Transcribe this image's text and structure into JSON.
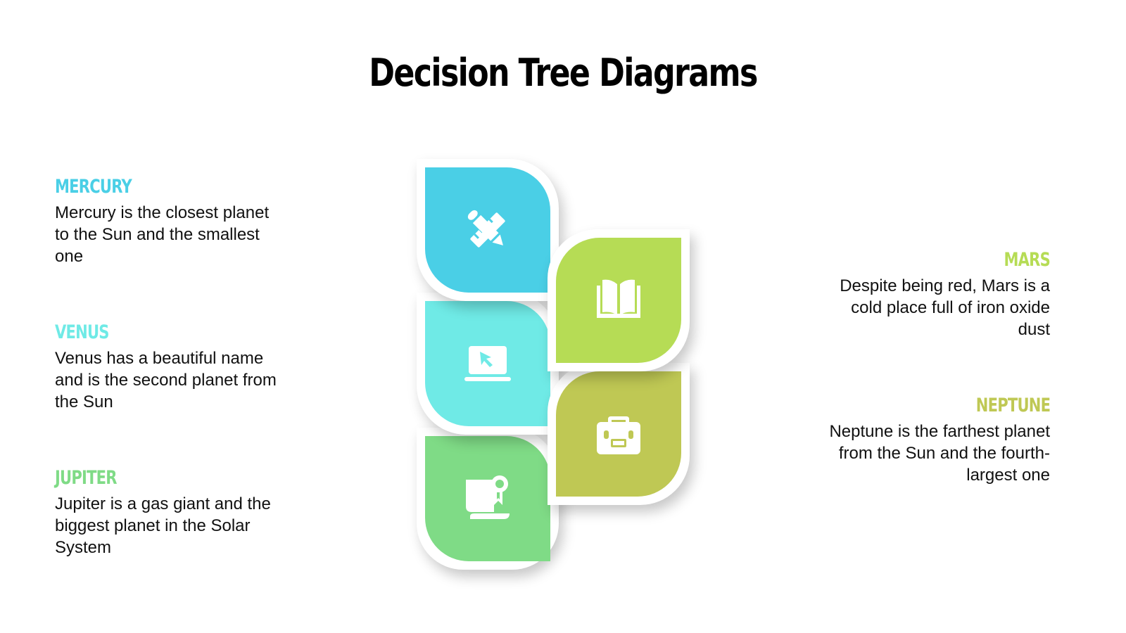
{
  "title": "Decision Tree Diagrams",
  "colors": {
    "mercury": "#4ACFE6",
    "venus": "#6FEAE6",
    "jupiter": "#7FDB86",
    "mars": "#B6DC55",
    "neptune": "#BFC854"
  },
  "left_items": [
    {
      "heading": "MERCURY",
      "text": "Mercury is the closest planet to the Sun and the smallest one",
      "color": "#4ACFE6"
    },
    {
      "heading": "VENUS",
      "text": "Venus has a beautiful name and is the second planet from the Sun",
      "color": "#6FEAE6"
    },
    {
      "heading": "JUPITER",
      "text": "Jupiter is a gas giant and the biggest planet in the Solar System",
      "color": "#7FDB86"
    }
  ],
  "right_items": [
    {
      "heading": "MARS",
      "text": "Despite being red, Mars is a cold place full of iron oxide dust",
      "color": "#B6DC55"
    },
    {
      "heading": "NEPTUNE",
      "text": "Neptune is the farthest planet from the Sun and the fourth-largest one",
      "color": "#BFC854"
    }
  ],
  "tiles": [
    {
      "name": "mercury",
      "icon": "pencil-ruler-icon"
    },
    {
      "name": "mars",
      "icon": "open-book-icon"
    },
    {
      "name": "venus",
      "icon": "laptop-cursor-icon"
    },
    {
      "name": "neptune",
      "icon": "briefcase-icon"
    },
    {
      "name": "jupiter",
      "icon": "certificate-icon"
    }
  ]
}
